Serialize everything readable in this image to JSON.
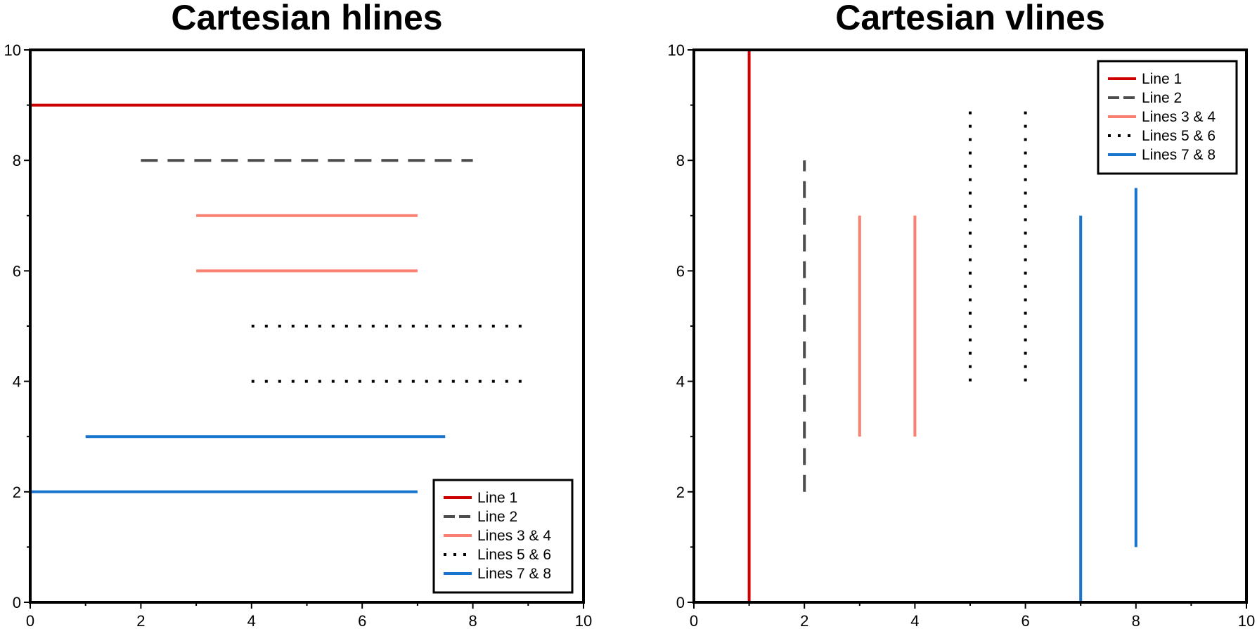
{
  "chart_data": [
    {
      "type": "line",
      "title": "Cartesian hlines",
      "xlim": [
        0,
        10
      ],
      "ylim": [
        0,
        10
      ],
      "xticks": [
        "0",
        "2",
        "4",
        "6",
        "8",
        "10"
      ],
      "yticks": [
        "0",
        "2",
        "4",
        "6",
        "8",
        "10"
      ],
      "grid": false,
      "legend_position": "bottom-right",
      "orientation": "horizontal",
      "series": [
        {
          "name": "Line 1",
          "color": "#cc0000",
          "style": "solid",
          "segments": [
            {
              "at": 9,
              "from": 0,
              "to": 10
            }
          ]
        },
        {
          "name": "Line 2",
          "color": "#4d4d4d",
          "style": "dashed",
          "segments": [
            {
              "at": 8,
              "from": 2,
              "to": 8
            }
          ]
        },
        {
          "name": "Lines 3 & 4",
          "color": "#fa8072",
          "style": "solid",
          "segments": [
            {
              "at": 7,
              "from": 3,
              "to": 7
            },
            {
              "at": 6,
              "from": 3,
              "to": 7
            }
          ]
        },
        {
          "name": "Lines 5 & 6",
          "color": "#000000",
          "style": "dotted",
          "segments": [
            {
              "at": 5,
              "from": 4,
              "to": 9
            },
            {
              "at": 4,
              "from": 4,
              "to": 9
            }
          ]
        },
        {
          "name": "Lines 7 & 8",
          "color": "#1874cd",
          "style": "solid",
          "segments": [
            {
              "at": 3,
              "from": 1,
              "to": 7.5
            },
            {
              "at": 2,
              "from": 0,
              "to": 7
            }
          ]
        }
      ]
    },
    {
      "type": "line",
      "title": "Cartesian vlines",
      "xlim": [
        0,
        10
      ],
      "ylim": [
        0,
        10
      ],
      "xticks": [
        "0",
        "2",
        "4",
        "6",
        "8",
        "10"
      ],
      "yticks": [
        "0",
        "2",
        "4",
        "6",
        "8",
        "10"
      ],
      "grid": false,
      "legend_position": "top-right",
      "orientation": "vertical",
      "series": [
        {
          "name": "Line 1",
          "color": "#cc0000",
          "style": "solid",
          "segments": [
            {
              "at": 1,
              "from": 0,
              "to": 10
            }
          ]
        },
        {
          "name": "Line 2",
          "color": "#4d4d4d",
          "style": "dashed",
          "segments": [
            {
              "at": 2,
              "from": 2,
              "to": 8
            }
          ]
        },
        {
          "name": "Lines 3 & 4",
          "color": "#fa8072",
          "style": "solid",
          "segments": [
            {
              "at": 3,
              "from": 3,
              "to": 7
            },
            {
              "at": 4,
              "from": 3,
              "to": 7
            }
          ]
        },
        {
          "name": "Lines 5 & 6",
          "color": "#000000",
          "style": "dotted",
          "segments": [
            {
              "at": 5,
              "from": 4,
              "to": 9
            },
            {
              "at": 6,
              "from": 4,
              "to": 9
            }
          ]
        },
        {
          "name": "Lines 7 & 8",
          "color": "#1874cd",
          "style": "solid",
          "segments": [
            {
              "at": 7,
              "from": 0,
              "to": 7
            },
            {
              "at": 8,
              "from": 1,
              "to": 7.5
            }
          ]
        }
      ]
    }
  ]
}
